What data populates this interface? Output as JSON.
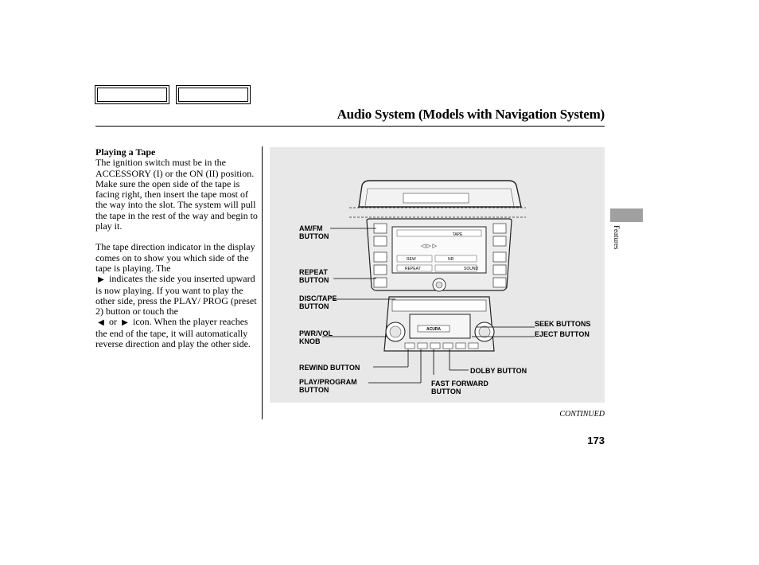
{
  "header": {
    "title": "Audio System (Models with Navigation System)"
  },
  "side_tab": {
    "label": "Features"
  },
  "body": {
    "section_heading": "Playing a Tape",
    "paragraph1": "The ignition switch must be in the ACCESSORY (I) or the ON (II) position. Make sure the open side of the tape is facing right, then insert the tape most of the way into the slot. The system will pull the tape in the rest of the way and begin to play it.",
    "p2_part1": "The tape direction indicator in the display comes on to show you which side of the tape is playing. The",
    "p2_part2": "indicates the side you inserted upward is now playing. If you want to play the other side, press the PLAY/ PROG (preset 2) button or touch the",
    "p2_or": "or",
    "p2_part3": "icon. When the player reaches the end of the tape, it will automatically reverse direction and play the other side."
  },
  "figure": {
    "callouts": {
      "am_fm": "AM/FM\nBUTTON",
      "repeat": "REPEAT\nBUTTON",
      "disc_tape": "DISC/TAPE\nBUTTON",
      "pwr_vol": "PWR/VOL\nKNOB",
      "rewind": "REWIND BUTTON",
      "play_program": "PLAY/PROGRAM\nBUTTON",
      "fast_forward": "FAST FORWARD\nBUTTON",
      "dolby": "DOLBY BUTTON",
      "seek": "SEEK BUTTONS",
      "eject": "EJECT BUTTON"
    },
    "screen": {
      "rew": "REW",
      "nr": "NR",
      "repeat": "REPEAT",
      "sound": "SOUND",
      "tape": "TAPE",
      "brand": "ACURA"
    }
  },
  "footer": {
    "continued": "CONTINUED",
    "page_number": "173"
  }
}
